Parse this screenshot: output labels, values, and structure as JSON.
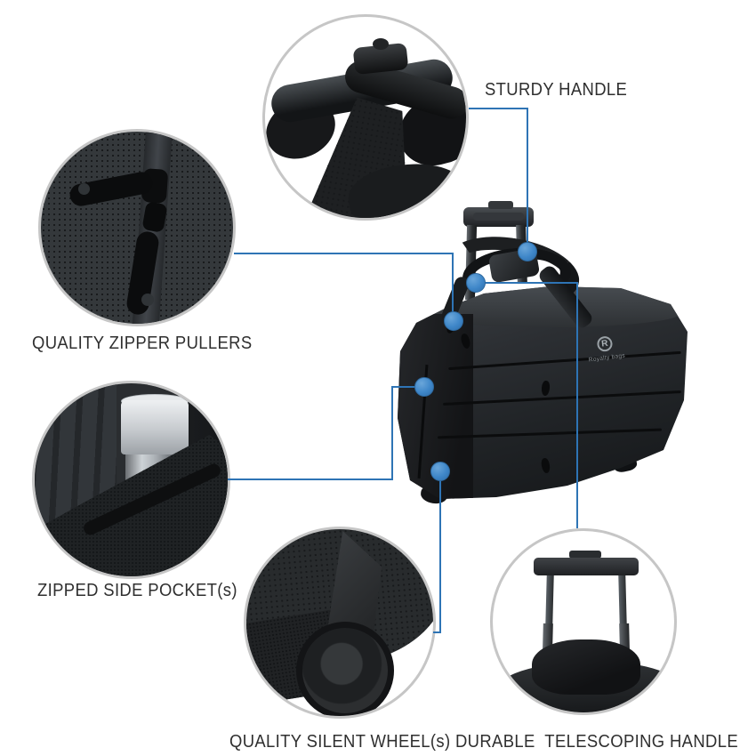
{
  "image": {
    "kind": "product-feature-callout-sheet",
    "background": "#ffffff"
  },
  "colors": {
    "connector_line": "#2e74b5",
    "callout_dot": "#3e86c8",
    "circle_ring": "#c6c6c6",
    "label_text": "#2f2f2f"
  },
  "brand": {
    "monogram": "R",
    "name": "Royalty bags"
  },
  "callouts": [
    {
      "id": "sturdy-handle",
      "label": "STURDY HANDLE"
    },
    {
      "id": "quality-zipper-pullers",
      "label": "QUALITY ZIPPER PULLERS"
    },
    {
      "id": "zipped-side-pocket",
      "label": "ZIPPED SIDE POCKET(s)"
    },
    {
      "id": "quality-silent-wheel",
      "label": "QUALITY SILENT WHEEL(s)"
    },
    {
      "id": "durable-telescoping-handle",
      "label": "DURABLE  TELESCOPING HANDLE"
    }
  ]
}
